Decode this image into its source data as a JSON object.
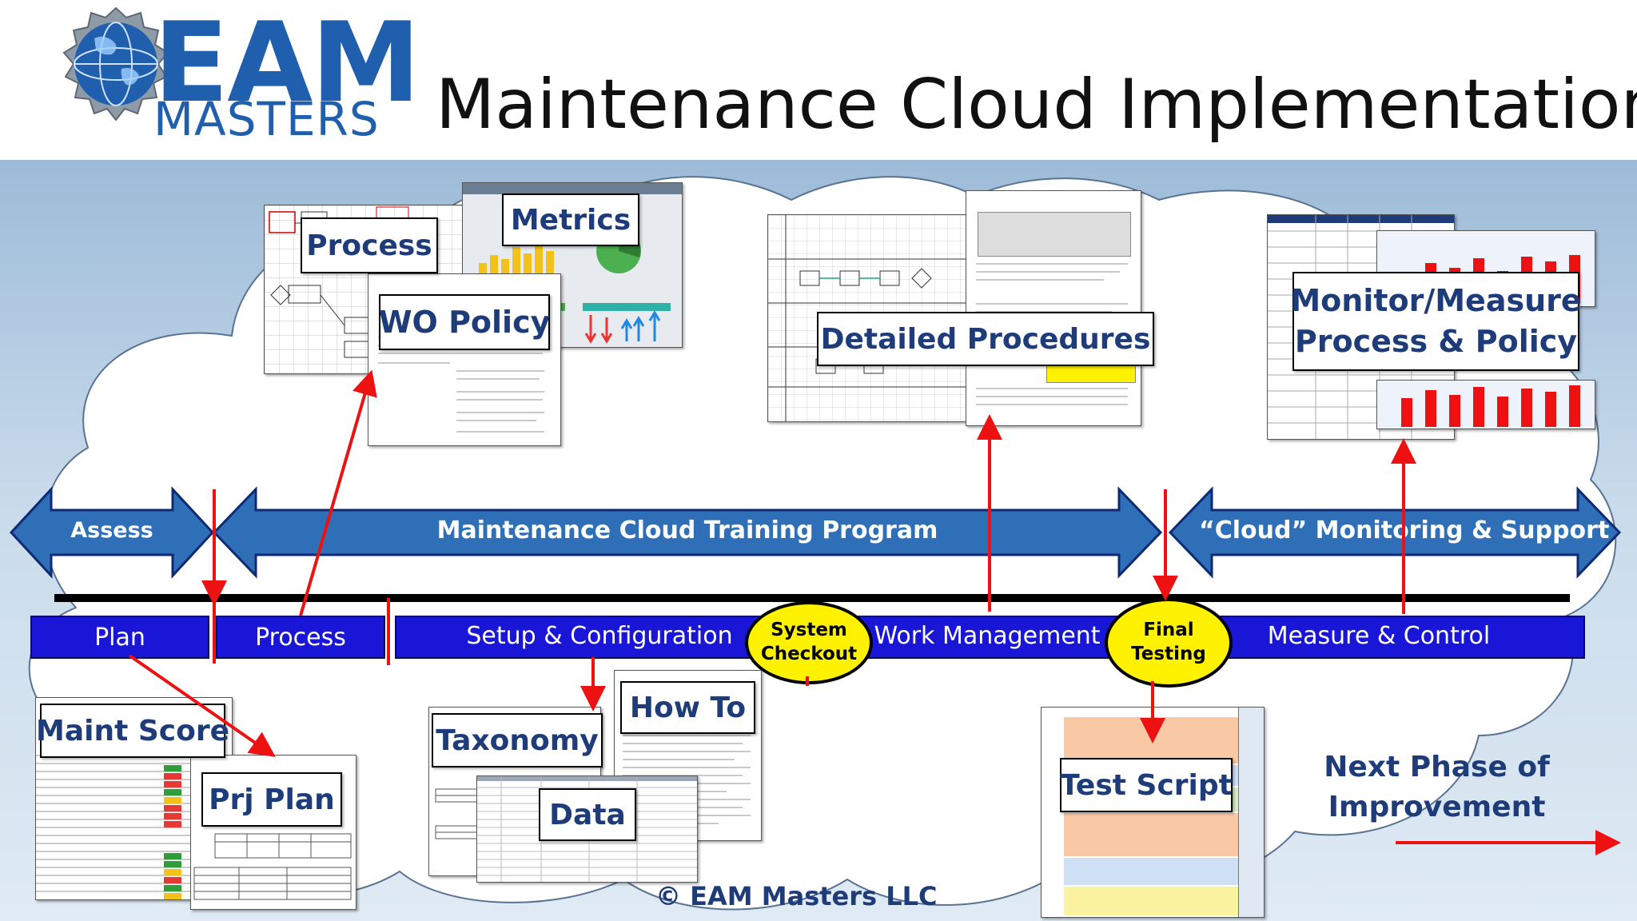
{
  "header": {
    "logo_line1": "EAM",
    "logo_line2": "MASTERS",
    "title": "Maintenance Cloud Implementation"
  },
  "callouts": {
    "process": "Process",
    "metrics": "Metrics",
    "wo_policy": "WO Policy",
    "detailed_procedures": "Detailed Procedures",
    "monitor_line1": "Monitor/Measure",
    "monitor_line2": "Process & Policy",
    "maint_score": "Maint Score",
    "prj_plan": "Prj Plan",
    "taxonomy": "Taxonomy",
    "how_to": "How To",
    "data": "Data",
    "test_script": "Test Script"
  },
  "arrows": {
    "assess": "Assess",
    "training": "Maintenance Cloud Training Program",
    "monitoring": "“Cloud” Monitoring & Support"
  },
  "phases": [
    "Plan",
    "Process",
    "Setup & Configuration",
    "Work Management",
    "Measure & Control"
  ],
  "milestones": {
    "system_checkout_line1": "System",
    "system_checkout_line2": "Checkout",
    "final_testing_line1": "Final",
    "final_testing_line2": "Testing"
  },
  "next_phase": {
    "line1": "Next Phase of",
    "line2": "Improvement"
  },
  "copyright": "© EAM Masters LLC",
  "colors": {
    "arrow_fill": "#2e6fb8",
    "phase_fill": "#1a16d8",
    "milestone_fill": "#fff200",
    "red_arrow": "#ee1111",
    "callout_text": "#1f3c7a"
  },
  "icons": {
    "logo": "globe-gear-icon"
  }
}
